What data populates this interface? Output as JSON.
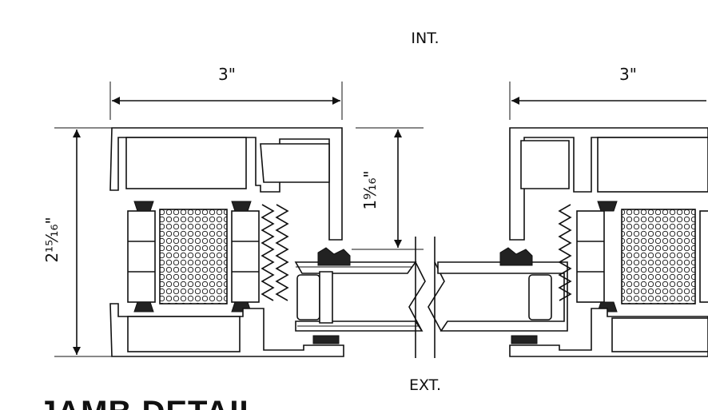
{
  "labels": {
    "interior": "INT.",
    "exterior": "EXT.",
    "width_left": "3\"",
    "width_right": "3\"",
    "frame_depth": "2¹⁵⁄₁₆\"",
    "sash_depth": "1⁹⁄₁₆\""
  },
  "title": "JAMB DETAIL",
  "colors": {
    "ink": "#111111",
    "background": "#ffffff"
  }
}
